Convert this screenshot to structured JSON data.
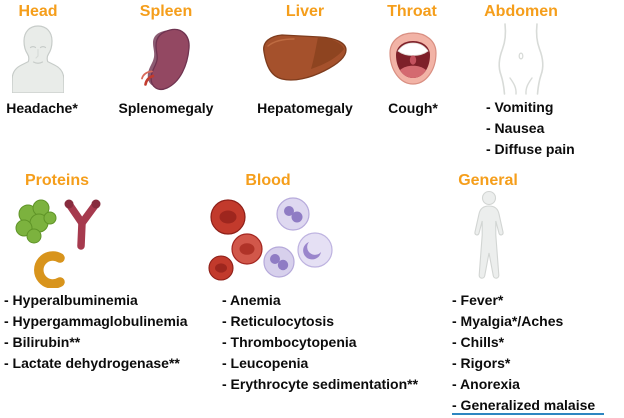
{
  "sections": {
    "head": {
      "title": "Head",
      "label": "Headache*"
    },
    "spleen": {
      "title": "Spleen",
      "label": "Splenomegaly"
    },
    "liver": {
      "title": "Liver",
      "label": "Hepatomegaly"
    },
    "throat": {
      "title": "Throat",
      "label": "Cough*"
    },
    "abdomen": {
      "title": "Abdomen",
      "items": [
        "- Vomiting",
        "- Nausea",
        "- Diffuse pain"
      ]
    },
    "proteins": {
      "title": "Proteins",
      "items": [
        "- Hyperalbuminemia",
        "- Hypergammaglobulinemia",
        "- Bilirubin**",
        "- Lactate dehydrogenase**"
      ]
    },
    "blood": {
      "title": "Blood",
      "items": [
        "- Anemia",
        "- Reticulocytosis",
        "- Thrombocytopenia",
        "- Leucopenia",
        "- Erythrocyte sedimentation**"
      ]
    },
    "general": {
      "title": "General",
      "items": [
        "- Fever*",
        "- Myalgia*/Aches",
        "- Chills*",
        "- Rigors*",
        "- Anorexia",
        "- Generalized malaise"
      ]
    }
  },
  "icons": {
    "head": "head-bust-icon",
    "spleen": "spleen-organ-icon",
    "liver": "liver-organ-icon",
    "throat": "open-mouth-icon",
    "abdomen": "abdomen-torso-icon",
    "proteins": "protein-molecules-icon",
    "blood": "blood-cells-icon",
    "general": "human-body-icon"
  },
  "colors": {
    "title_accent": "#F59E1B",
    "text": "#0c0c0c",
    "underline_accent": "#2e86c1"
  }
}
